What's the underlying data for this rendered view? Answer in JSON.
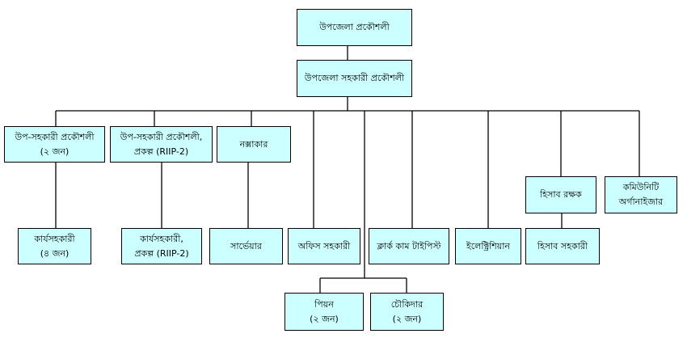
{
  "nodes": {
    "upazila_engineer": {
      "line1": "উপজেলা প্রকৌশলী"
    },
    "upazila_asst_engineer": {
      "line1": "উপজেলা সহকারী প্রকৌশলী"
    },
    "sub_asst_engineer": {
      "line1": "উপ-সহকারী প্রকৌশলী",
      "line2": "(২ জন)"
    },
    "sub_asst_engineer_project": {
      "line1": "উপ-সহকারী প্রকৌশলী,",
      "line2": "প্রকল্প  (RIIP-2)"
    },
    "draftsman": {
      "line1": "নক্সাকার"
    },
    "work_assistant": {
      "line1": "কার্যসহকারী",
      "line2": "(৪ জন)"
    },
    "work_assistant_project": {
      "line1": "কার্যসহকারী,",
      "line2": "প্রকল্প  (RIIP-2)"
    },
    "surveyor": {
      "line1": "সার্ভেয়ার"
    },
    "office_assistant": {
      "line1": "অফিস সহকারী"
    },
    "clerk_typist": {
      "line1": "ক্লার্ক কাম টাইপিস্ট"
    },
    "electrician": {
      "line1": "ইলেক্ট্রিশিয়ান"
    },
    "accountant": {
      "line1": "হিসাব রক্ষক"
    },
    "accounts_assistant": {
      "line1": "হিসাব সহকারী"
    },
    "community_organizer": {
      "line1": "কমিউনিটি",
      "line2": "অর্গানাইজার"
    },
    "peon": {
      "line1": "পিয়ন",
      "line2": "(২ জন)"
    },
    "chowkidar": {
      "line1": "চৌকিদার",
      "line2": "(২ জন)"
    }
  },
  "colors": {
    "box_fill": "#ccffff",
    "line": "#000000"
  }
}
